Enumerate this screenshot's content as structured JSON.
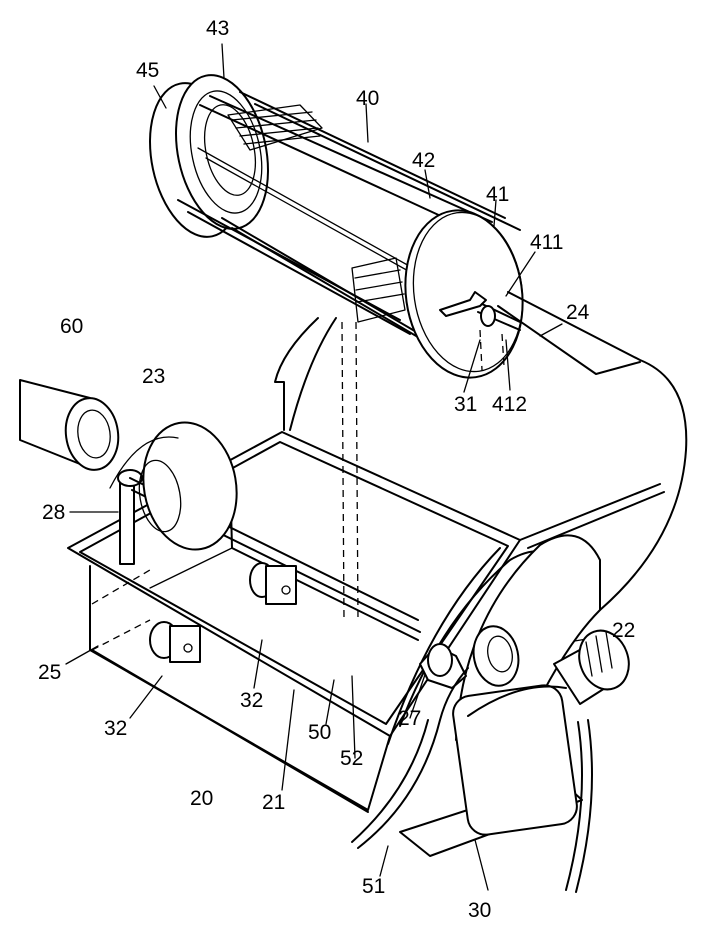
{
  "labels": {
    "l43": "43",
    "l45": "45",
    "l40": "40",
    "l42": "42",
    "l41": "41",
    "l411": "411",
    "l24": "24",
    "l60": "60",
    "l23": "23",
    "l31": "31",
    "l412": "412",
    "l28": "28",
    "l22": "22",
    "l25": "25",
    "l32a": "32",
    "l32b": "32",
    "l27": "27",
    "l50": "50",
    "l52": "52",
    "l20": "20",
    "l21": "21",
    "l51": "51",
    "l30": "30"
  }
}
